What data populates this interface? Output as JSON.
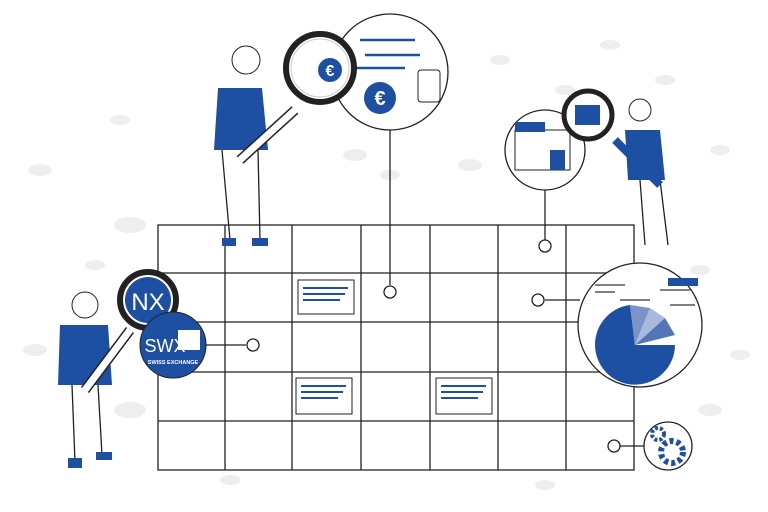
{
  "colors": {
    "accent": "#1d4fa3",
    "line": "#222222",
    "cloud": "#eeeeee"
  },
  "logos": {
    "swx_mark": "SWX",
    "swx_caption": "SWISS EXCHANGE",
    "nx_mark": "NX"
  },
  "symbols": {
    "euro_1": "€",
    "euro_2": "€"
  },
  "grid": {
    "columns": 7,
    "rows": 5
  }
}
